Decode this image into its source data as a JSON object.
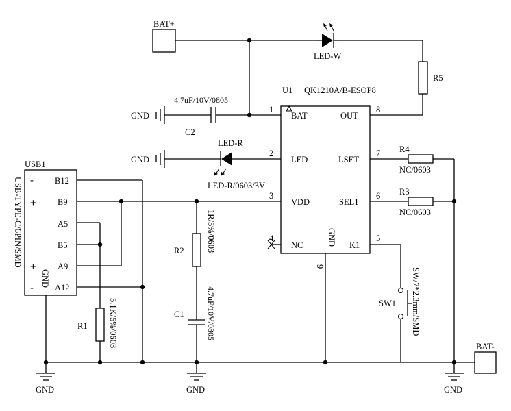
{
  "connectors": {
    "bat_plus": "BAT+",
    "bat_minus": "BAT-"
  },
  "ic": {
    "designator": "U1",
    "part": "QK1210A/B-ESOP8",
    "pins": {
      "p1": {
        "num": "1",
        "name": "BAT"
      },
      "p2": {
        "num": "2",
        "name": "LED"
      },
      "p3": {
        "num": "3",
        "name": "VDD"
      },
      "p4": {
        "num": "4",
        "name": "NC"
      },
      "p5": {
        "num": "5",
        "name": "K1"
      },
      "p6": {
        "num": "6",
        "name": "SEL1"
      },
      "p7": {
        "num": "7",
        "name": "LSET"
      },
      "p8": {
        "num": "8",
        "name": "OUT"
      },
      "p9": {
        "num": "9",
        "name": "GND"
      }
    }
  },
  "usb": {
    "designator": "USB1",
    "part": "USB-TYPE-C/6PIN/SMD",
    "pins": [
      "B12",
      "B9",
      "A5",
      "B5",
      "A9",
      "A12"
    ],
    "side_marks": {
      "minus": "-",
      "plus": "+",
      "gnd": "GND"
    }
  },
  "components": {
    "c2": {
      "ref": "C2",
      "value": "4.7uF/10V/0805"
    },
    "c1": {
      "ref": "C1",
      "value": "4.7uF/10V/0805"
    },
    "r1": {
      "ref": "R1",
      "value": "5.1K/5%/0603"
    },
    "r2": {
      "ref": "R2",
      "value": "1R/5%/0603"
    },
    "r3": {
      "ref": "R3",
      "value": "NC/0603"
    },
    "r4": {
      "ref": "R4",
      "value": "NC/0603"
    },
    "r5": {
      "ref": "R5"
    },
    "led_w": {
      "ref": "LED-W"
    },
    "led_r": {
      "ref": "LED-R",
      "value": "LED-R/0603/3V"
    },
    "sw1": {
      "ref": "SW1",
      "value": "SW/7*2.3mm/SMD"
    }
  },
  "nets": {
    "gnd": "GND"
  }
}
